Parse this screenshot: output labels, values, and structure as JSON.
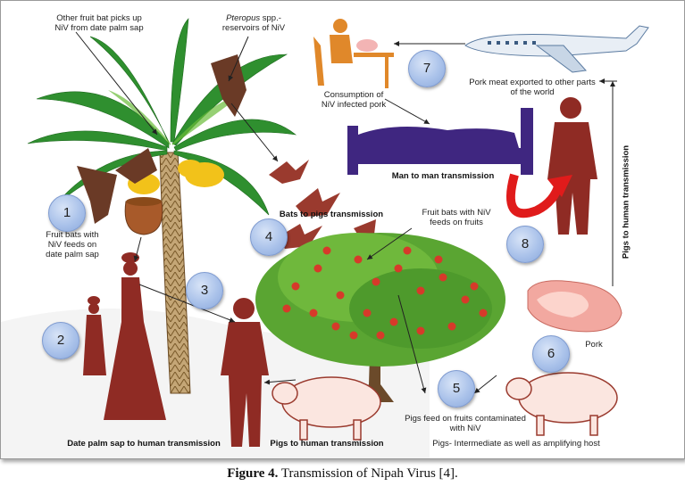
{
  "figure": {
    "caption_label": "Figure 4.",
    "caption_text": " Transmission of Nipah Virus [4]."
  },
  "labels": {
    "other_bat_l1": "Other fruit bat picks up",
    "other_bat_l2": "NiV from date palm sap",
    "pteropus_italic": "Pteropus",
    "pteropus_l1_rest": " spp.-",
    "pteropus_l2": "reservoirs of NiV",
    "consumption_l1": "Consumption of",
    "consumption_l2": "NiV infected pork",
    "pork_export_l1": "Pork meat exported to other parts",
    "pork_export_l2": "of the world",
    "man_to_man": "Man to man transmission",
    "bats_to_pigs": "Bats to pigs transmission",
    "fruit_bats_feeds_l1": "Fruit bats with NiV",
    "fruit_bats_feeds_l2": "feeds on fruits",
    "fruit_bats_sap_l1": "Fruit bats  with",
    "fruit_bats_sap_l2": "NiV feeds on",
    "fruit_bats_sap_l3": "date palm sap",
    "pork": "Pork",
    "pigs_feed_l1": "Pigs feed on fruits contaminated",
    "pigs_feed_l2": "with NiV",
    "pigs_intermediate": "Pigs- Intermediate as well as amplifying host",
    "date_palm_to_human": "Date palm sap to human transmission",
    "pigs_to_human_bottom": "Pigs to human transmission",
    "pigs_to_human_vertical": "Pigs to human transmission"
  },
  "steps": [
    "1",
    "2",
    "3",
    "4",
    "5",
    "6",
    "7",
    "8"
  ],
  "colors": {
    "silhouette": "#8f2b24",
    "bed": "#3f2680",
    "curved_arrow": "#e01b1b",
    "palm_green": "#2f8f2f",
    "tree_green": "#5aa532",
    "apple": "#d63a2a",
    "badge": "#aac2ea"
  }
}
